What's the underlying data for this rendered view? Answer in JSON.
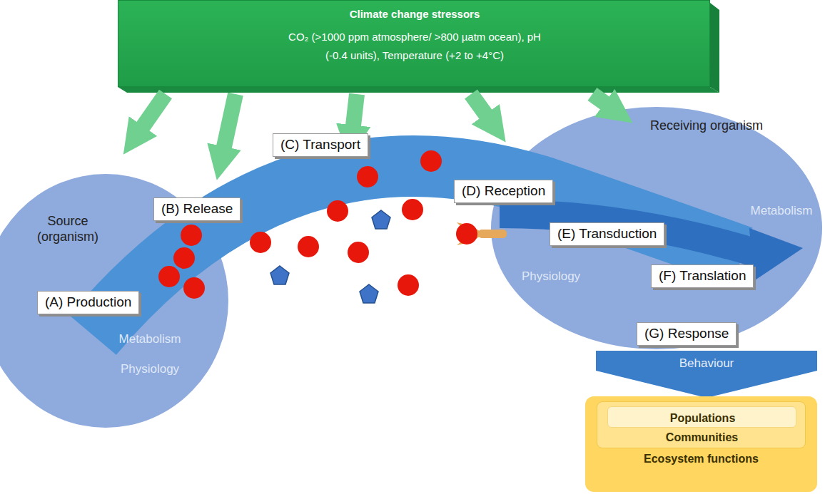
{
  "diagram": {
    "nodes": [
      {
        "text": [
          "Climate change stressors",
          "CO₂ (>1000 ppm atmosphere/ >800 µatm ocean), pH (-0.4 units), Temperature (+2 to +4°C)"
        ]
      },
      {
        "text": [
          "Source (organism)",
          "Metabolism",
          "Physiology"
        ]
      },
      {
        "text": [
          "(A) Production"
        ],
        "in": 1
      },
      {
        "text": [
          "(B) Release"
        ]
      },
      {
        "text": [
          "(C) Transport"
        ]
      },
      {
        "text": [
          "(D) Reception"
        ]
      },
      {
        "text": [
          "Receiving organism",
          "Metabolism",
          "Physiology"
        ]
      },
      {
        "text": [
          "(E) Transduction"
        ],
        "in": 6
      },
      {
        "text": [
          "(F) Translation"
        ],
        "in": 6
      },
      {
        "text": [
          "(G) Response"
        ]
      },
      {
        "text": [
          "Behaviour"
        ]
      },
      {
        "text": [
          "Ecosystem functions"
        ]
      },
      {
        "text": [
          "Communities"
        ],
        "in": 11
      },
      {
        "text": [
          "Populations"
        ],
        "in": 12
      }
    ]
  }
}
